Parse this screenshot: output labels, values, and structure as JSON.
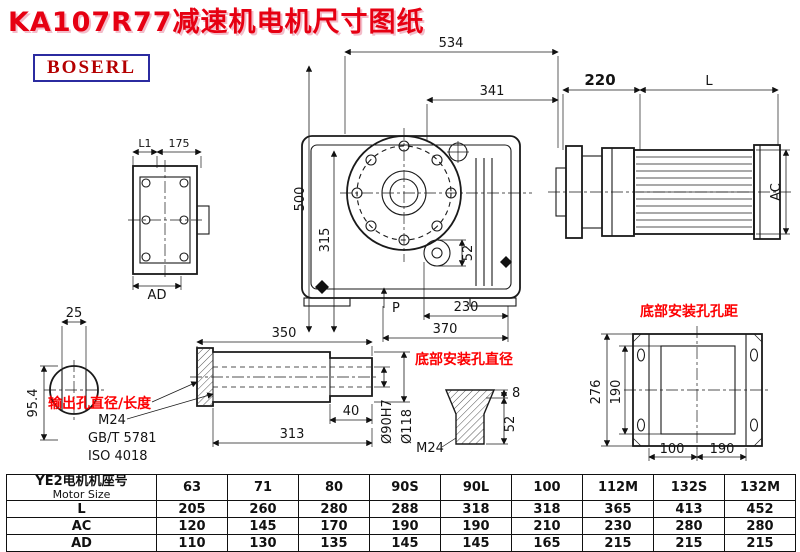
{
  "title": "KA107R77减速机电机尺寸图纸",
  "logo": "BOSERL",
  "colors": {
    "accent_red": "#e60012",
    "line": "#1a1a1a"
  },
  "annotations": {
    "output_hole": "输出孔直径/长度",
    "bottom_hole_diameter": "底部安装孔直径",
    "bottom_hole_spacing": "底部安装孔孔距"
  },
  "main_view": {
    "d534": "534",
    "d341": "341",
    "d500": "500",
    "d315": "315",
    "d52": "52",
    "d230": "230",
    "d370": "370",
    "p": "P"
  },
  "motor_view": {
    "d220": "220",
    "l": "L",
    "ac": "AC"
  },
  "side_view": {
    "l1": "L1",
    "d175": "175",
    "ad": "AD"
  },
  "shaft_section": {
    "d25": "25",
    "d954": "95.4"
  },
  "shaft_view": {
    "d350": "350",
    "d40": "40",
    "d313": "313",
    "m24": "M24",
    "gb": "GB/T 5781",
    "iso": "ISO 4018",
    "dia90": "Ø90H7",
    "dia118": "Ø118"
  },
  "bolt_view": {
    "m24": "M24",
    "d8": "8",
    "d52": "52"
  },
  "flange_view": {
    "d276": "276",
    "d190v": "190",
    "d100": "100",
    "d190h": "190"
  },
  "table": {
    "header_cn": "YE2电机机座号",
    "header_en": "Motor Size",
    "sizes": [
      "63",
      "71",
      "80",
      "90S",
      "90L",
      "100",
      "112M",
      "132S",
      "132M"
    ],
    "rows": [
      {
        "label": "L",
        "values": [
          "205",
          "260",
          "280",
          "288",
          "318",
          "318",
          "365",
          "413",
          "452"
        ]
      },
      {
        "label": "AC",
        "values": [
          "120",
          "145",
          "170",
          "190",
          "190",
          "210",
          "230",
          "280",
          "280"
        ]
      },
      {
        "label": "AD",
        "values": [
          "110",
          "130",
          "135",
          "145",
          "145",
          "165",
          "215",
          "215",
          "215"
        ]
      }
    ]
  }
}
